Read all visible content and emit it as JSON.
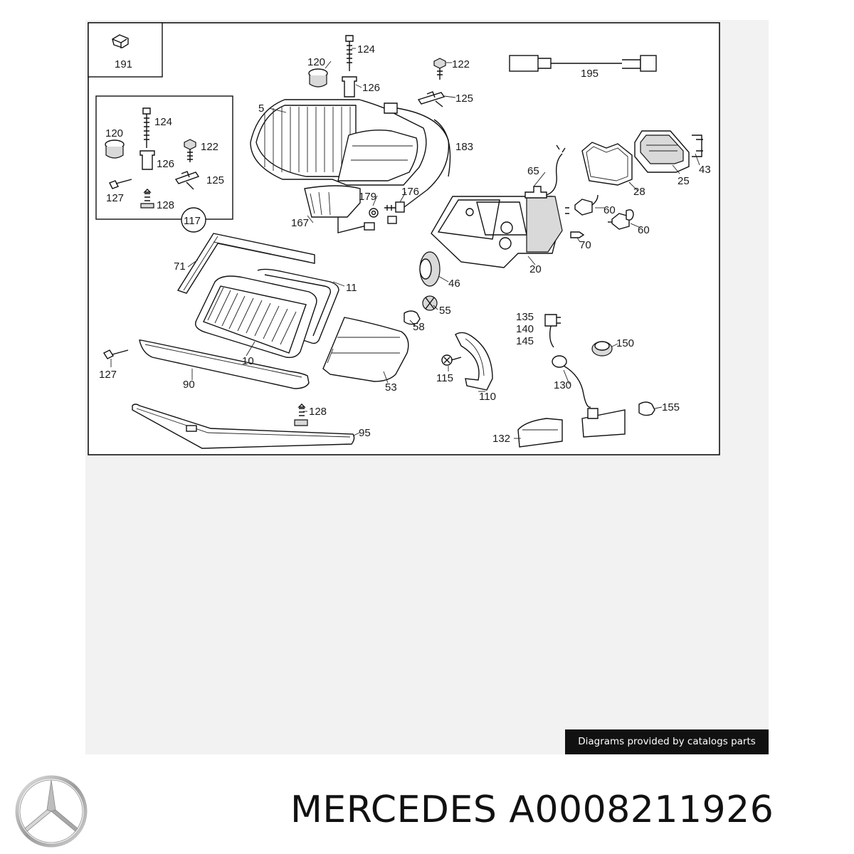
{
  "diagram": {
    "callouts": {
      "c191": "191",
      "c124a": "124",
      "c120a": "120",
      "c126a": "126",
      "c122a": "122",
      "c125a": "125",
      "c195": "195",
      "c5": "5",
      "c183": "183",
      "c124b": "124",
      "c120b": "120",
      "c122b": "122",
      "c126b": "126",
      "c127a": "127",
      "c125b": "125",
      "c128a": "128",
      "c117": "117",
      "c179": "179",
      "c176": "176",
      "c167": "167",
      "c65": "65",
      "c28": "28",
      "c25": "25",
      "c43": "43",
      "c60a": "60",
      "c60b": "60",
      "c70": "70",
      "c20": "20",
      "c71": "71",
      "c11": "11",
      "c46": "46",
      "c55": "55",
      "c58": "58",
      "c127b": "127",
      "c10": "10",
      "c90": "90",
      "c53": "53",
      "c135": "135",
      "c140": "140",
      "c145": "145",
      "c150": "150",
      "c115": "115",
      "c110": "110",
      "c130": "130",
      "c128b": "128",
      "c95": "95",
      "c155": "155",
      "c132": "132"
    }
  },
  "credit": "Diagrams provided by catalogs parts",
  "brand": "MERCEDES",
  "part_number": "A0008211926",
  "title": "MERCEDES A0008211926",
  "logo_icon": "mercedes-star-icon"
}
